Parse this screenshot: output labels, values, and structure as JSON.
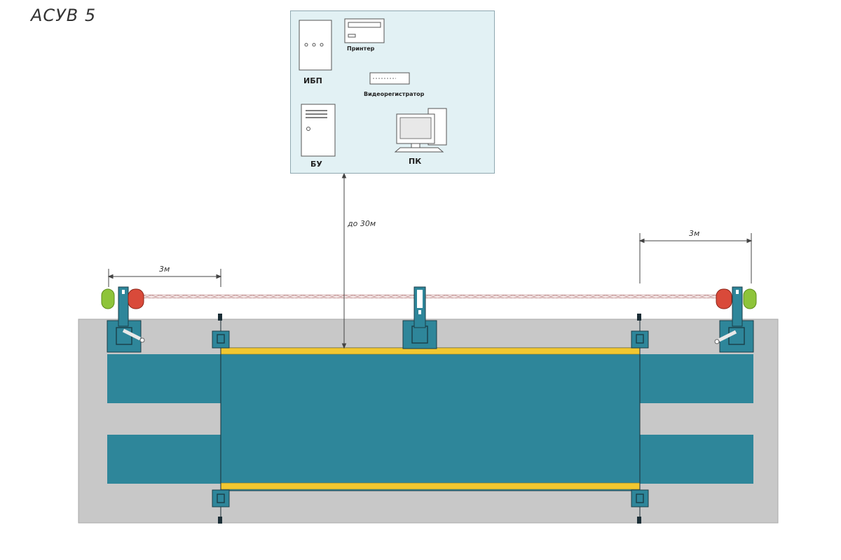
{
  "title": "АСУВ 5",
  "cabinet": {
    "ups": "ИБП",
    "printer": "Принтер",
    "recorder": "Видеорегистратор",
    "control_unit": "БУ",
    "pc": "ПК"
  },
  "dimensions": {
    "left_barrier": "3м",
    "right_barrier": "3м",
    "cable_length": "до 30м"
  },
  "colors": {
    "platform": "#2e869a",
    "frame": "#c8c8c8",
    "rail": "#f2c730",
    "cabinet_bg": "#e2f1f4",
    "light_red": "#d94a3a",
    "light_green": "#8ec43a"
  }
}
